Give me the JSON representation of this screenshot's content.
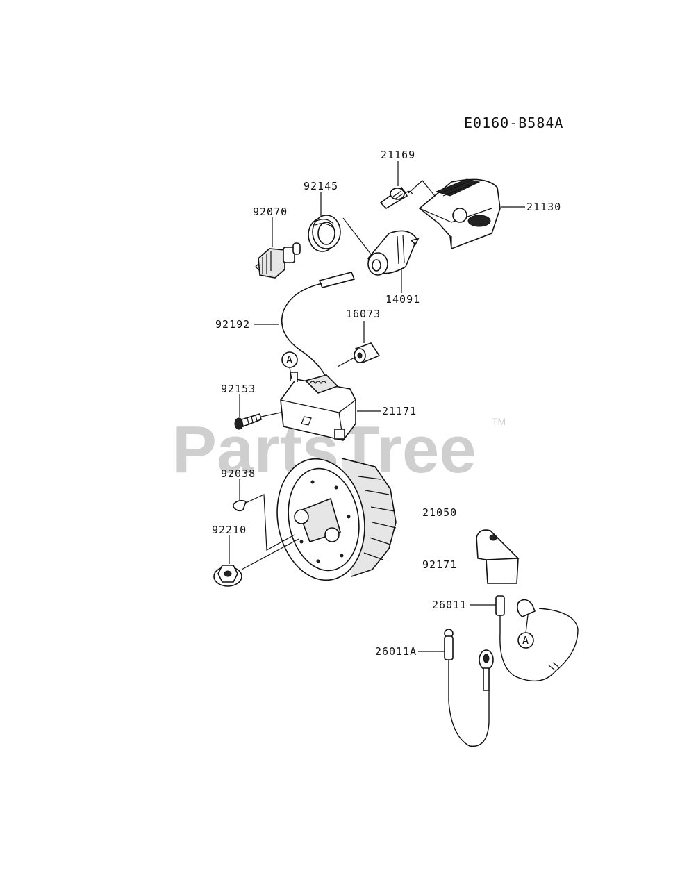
{
  "diagram_code": "E0160-B584A",
  "watermark": "PartsTree",
  "watermark_tm": "TM",
  "ref_marker": "A",
  "parts": {
    "p21169": "21169",
    "p92145": "92145",
    "p92070": "92070",
    "p21130": "21130",
    "p14091": "14091",
    "p92192": "92192",
    "p16073": "16073",
    "p92153": "92153",
    "p21171": "21171",
    "p92038": "92038",
    "p21050": "21050",
    "p92210": "92210",
    "p92171": "92171",
    "p26011": "26011",
    "p26011A": "26011A"
  }
}
